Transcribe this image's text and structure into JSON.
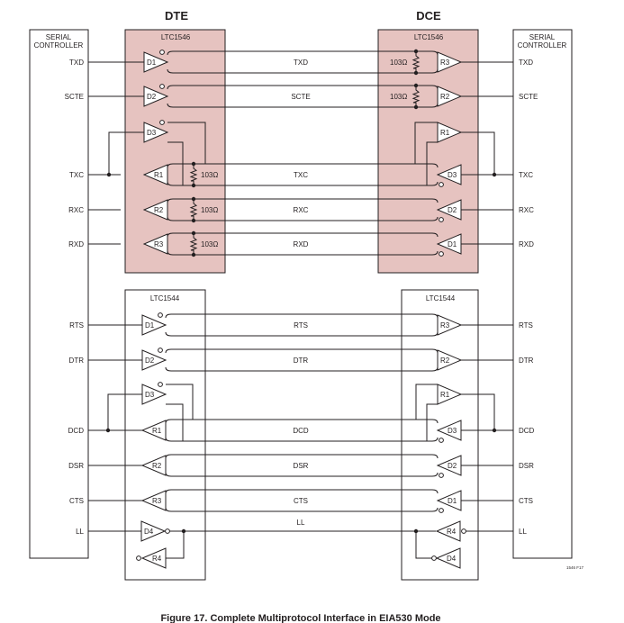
{
  "headers": {
    "dte": "DTE",
    "dce": "DCE"
  },
  "serial_controller": {
    "left": [
      "SERIAL",
      "CONTROLLER"
    ],
    "right": [
      "SERIAL",
      "CONTROLLER"
    ]
  },
  "chips": {
    "top_left": "LTC1546",
    "top_right": "LTC1546",
    "bottom_left": "LTC1544",
    "bottom_right": "LTC1544"
  },
  "resistor_value": "103Ω",
  "top_signals": [
    {
      "name": "TXD",
      "left_gate": "D1",
      "right_gate": "R3",
      "direction": "dte-to-dce",
      "resistor": "right"
    },
    {
      "name": "SCTE",
      "left_gate": "D2",
      "right_gate": "R2",
      "direction": "dte-to-dce",
      "resistor": "right"
    },
    {
      "name": "TXC",
      "left_gate": "R1",
      "right_gate": "D3",
      "direction": "dce-to-dte",
      "resistor": "left"
    },
    {
      "name": "RXC",
      "left_gate": "R2",
      "right_gate": "D2",
      "direction": "dce-to-dte",
      "resistor": "left"
    },
    {
      "name": "RXD",
      "left_gate": "R3",
      "right_gate": "D1",
      "direction": "dce-to-dte",
      "resistor": "left"
    }
  ],
  "top_spares": {
    "left": "D3",
    "right": "R1"
  },
  "bottom_signals": [
    {
      "name": "RTS",
      "left_gate": "D1",
      "right_gate": "R3",
      "direction": "dte-to-dce"
    },
    {
      "name": "DTR",
      "left_gate": "D2",
      "right_gate": "R2",
      "direction": "dte-to-dce"
    },
    {
      "name": "DCD",
      "left_gate": "R1",
      "right_gate": "D3",
      "direction": "dce-to-dte"
    },
    {
      "name": "DSR",
      "left_gate": "R2",
      "right_gate": "D2",
      "direction": "dce-to-dte"
    },
    {
      "name": "CTS",
      "left_gate": "R3",
      "right_gate": "D1",
      "direction": "dce-to-dte"
    }
  ],
  "bottom_spares": {
    "left": "D3",
    "right": "R1"
  },
  "ll_line": {
    "name": "LL",
    "left_driver": "D4",
    "left_receiver": "R4",
    "right_receiver": "R4",
    "right_driver": "D4"
  },
  "code": "1546 F17",
  "caption": "Figure 17. Complete Multiprotocol Interface in EIA530 Mode"
}
